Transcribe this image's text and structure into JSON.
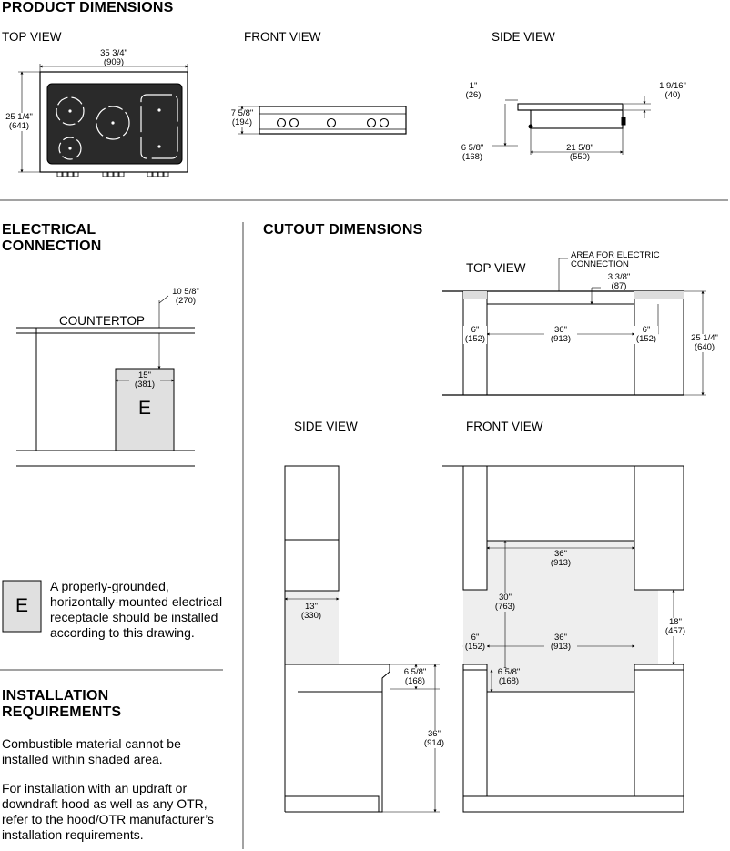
{
  "headings": {
    "product_dimensions": "PRODUCT DIMENSIONS",
    "electrical_line1": "ELECTRICAL",
    "electrical_line2": "CONNECTION",
    "cutout_dimensions": "CUTOUT DIMENSIONS",
    "installation_line1": "INSTALLATION",
    "installation_line2": "REQUIREMENTS"
  },
  "views": {
    "top": "TOP VIEW",
    "front": "FRONT VIEW",
    "side": "SIDE VIEW",
    "cutout_top": "TOP VIEW",
    "cutout_side": "SIDE VIEW",
    "cutout_front": "FRONT VIEW"
  },
  "product": {
    "width": "35 3/4\"",
    "width_mm": "(909)",
    "depth": "25 1/4\"",
    "depth_mm": "(641)",
    "front_height": "7 5/8\"",
    "front_height_mm": "(194)",
    "side_top": "1\"",
    "side_top_mm": "(26)",
    "side_right": "1 9/16\"",
    "side_right_mm": "(40)",
    "side_drop": "6 5/8\"",
    "side_drop_mm": "(168)",
    "side_width": "21 5/8\"",
    "side_width_mm": "(550)"
  },
  "electrical": {
    "countertop": "COUNTERTOP",
    "offset": "10 5/8\"",
    "offset_mm": "(270)",
    "box_width": "15\"",
    "box_width_mm": "(381)",
    "box_letter": "E",
    "legend_letter": "E",
    "legend_text": [
      "A properly-grounded,",
      "horizontally-mounted electrical",
      "receptacle should be installed",
      "according to this drawing."
    ]
  },
  "installation": {
    "para1": [
      "Combustible material cannot be",
      "installed within shaded area."
    ],
    "para2": [
      "For installation with an updraft or",
      "downdraft hood as well as any OTR,",
      "refer to the hood/OTR manufacturer’s",
      "installation requirements."
    ]
  },
  "cutout": {
    "area_note_1": "AREA FOR ELECTRIC",
    "area_note_2": "CONNECTION",
    "depth_small": "3 3/8\"",
    "depth_small_mm": "(87)",
    "left_gap": "6\"",
    "left_gap_mm": "(152)",
    "opening": "36\"",
    "opening_mm": "(913)",
    "right_gap": "6\"",
    "right_gap_mm": "(152)",
    "cut_depth": "25 1/4\"",
    "cut_depth_mm": "(640)",
    "side_clear": "13\"",
    "side_clear_mm": "(330)",
    "side_below": "6 5/8\"",
    "side_below_mm": "(168)",
    "side_height": "36\"",
    "side_height_mm": "(914)",
    "front_upper": "36\"",
    "front_upper_mm": "(913)",
    "front_hood": "30\"",
    "front_hood_mm": "(763)",
    "front_side": "18\"",
    "front_side_mm": "(457)",
    "front_gap": "6\"",
    "front_gap_mm": "(152)",
    "front_lower": "36\"",
    "front_lower_mm": "(913)",
    "front_below": "6 5/8\"",
    "front_below_mm": "(168)"
  }
}
